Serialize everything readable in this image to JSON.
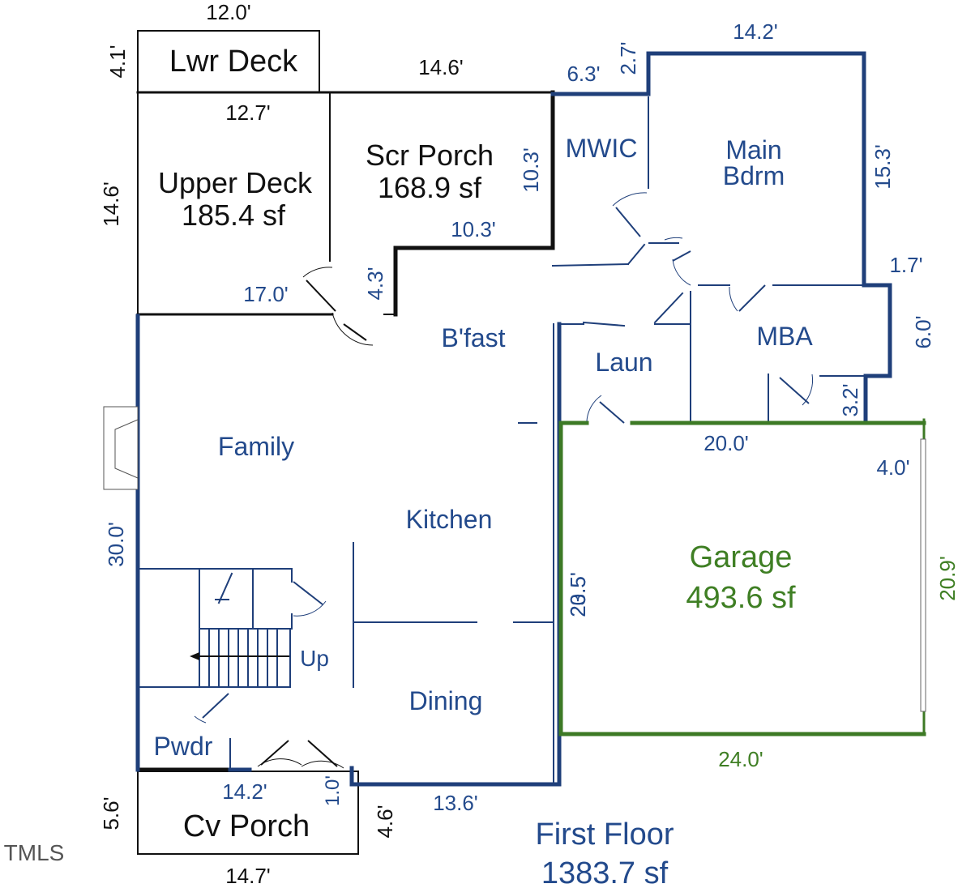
{
  "colors": {
    "living": "#234a8c",
    "garage": "#3f7f24",
    "exterior": "#111111"
  },
  "rooms": {
    "lower_deck": "Lwr Deck",
    "upper_deck": "Upper Deck",
    "upper_deck_area": "185.4 sf",
    "screen_porch": "Scr Porch",
    "screen_porch_area": "168.9 sf",
    "mwic": "MWIC",
    "main_bdrm_1": "Main",
    "main_bdrm_2": "Bdrm",
    "bfast": "B'fast",
    "mba": "MBA",
    "laundry": "Laun",
    "family": "Family",
    "kitchen": "Kitchen",
    "garage": "Garage",
    "garage_area": "493.6 sf",
    "dining": "Dining",
    "powder": "Pwdr",
    "cov_porch": "Cv Porch",
    "stairs_up": "Up"
  },
  "dimensions": {
    "lwr_deck_top": "12.0'",
    "lwr_deck_side": "4.1'",
    "scr_porch_top": "14.6'",
    "upper_deck_top": "12.7'",
    "upper_deck_side": "14.6'",
    "scr_porch_right": "10.3'",
    "scr_porch_bottom": "10.3'",
    "upper_deck_bottom": "17.0'",
    "step_4_3": "4.3'",
    "mwic_top": "6.3'",
    "mwic_jog": "2.7'",
    "bdrm_top": "14.2'",
    "bdrm_right": "15.3'",
    "mba_jog": "1.7'",
    "mba_right": "6.0'",
    "garage_jog": "3.2'",
    "garage_top": "20.0'",
    "garage_top_right": "4.0'",
    "family_left": "30.0'",
    "kitchen_right_a": "23.5'",
    "kitchen_right_b": "20.5'",
    "garage_right": "20.9'",
    "garage_bottom": "24.0'",
    "pwdr_bottom": "14.2'",
    "porch_step": "1.0'",
    "porch_side": "4.6'",
    "dining_bottom": "13.6'",
    "cv_porch_left": "5.6'",
    "cv_porch_bottom": "14.7'"
  },
  "floor": {
    "title": "First Floor",
    "area": "1383.7 sf"
  },
  "watermark": "TMLS"
}
